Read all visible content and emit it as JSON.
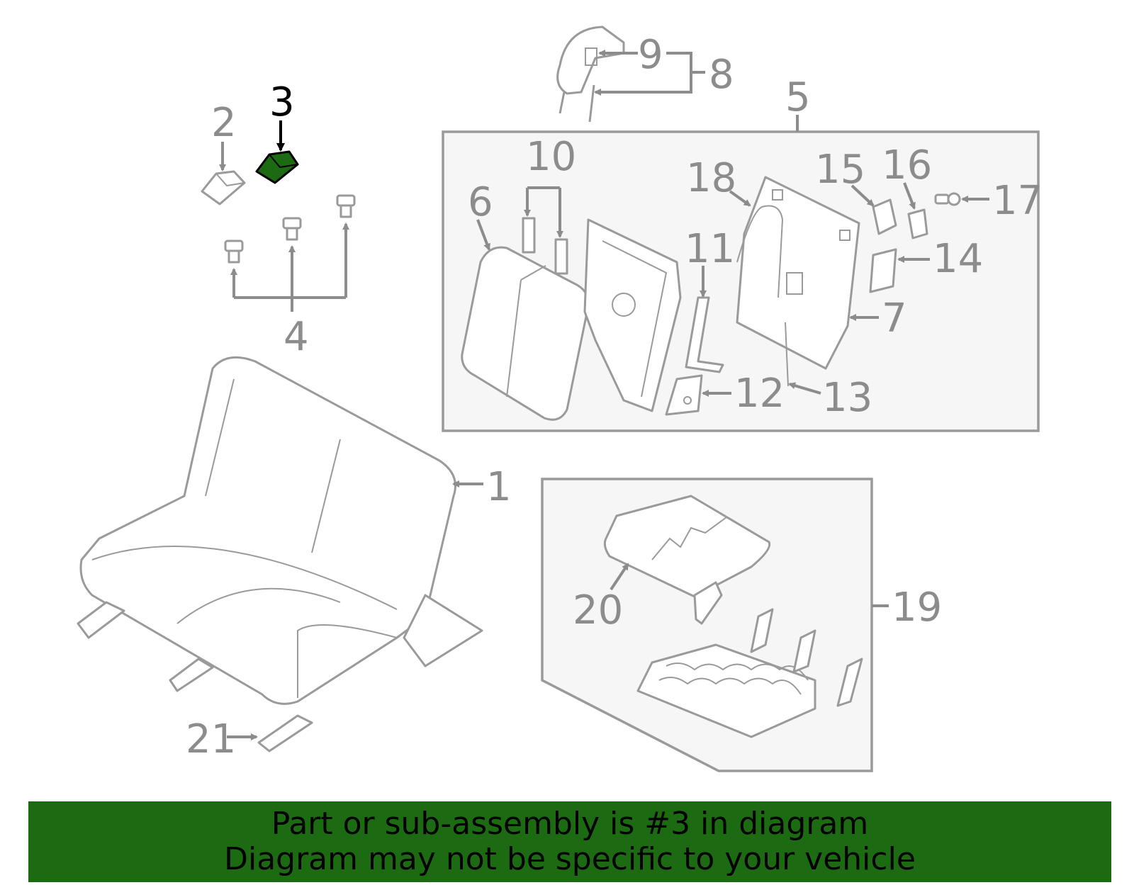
{
  "diagram": {
    "highlight_color": "#1c6b12",
    "line_color": "#8c8c8c",
    "callouts": {
      "c1": "1",
      "c2": "2",
      "c3": "3",
      "c4": "4",
      "c5": "5",
      "c6": "6",
      "c7": "7",
      "c8": "8",
      "c9": "9",
      "c10": "10",
      "c11": "11",
      "c12": "12",
      "c13": "13",
      "c14": "14",
      "c15": "15",
      "c16": "16",
      "c17": "17",
      "c18": "18",
      "c19": "19",
      "c20": "20",
      "c21": "21"
    },
    "highlighted_part": "3"
  },
  "banner": {
    "line1": "Part or sub-assembly is #3 in diagram",
    "line2": "Diagram may not be specific to your vehicle"
  }
}
